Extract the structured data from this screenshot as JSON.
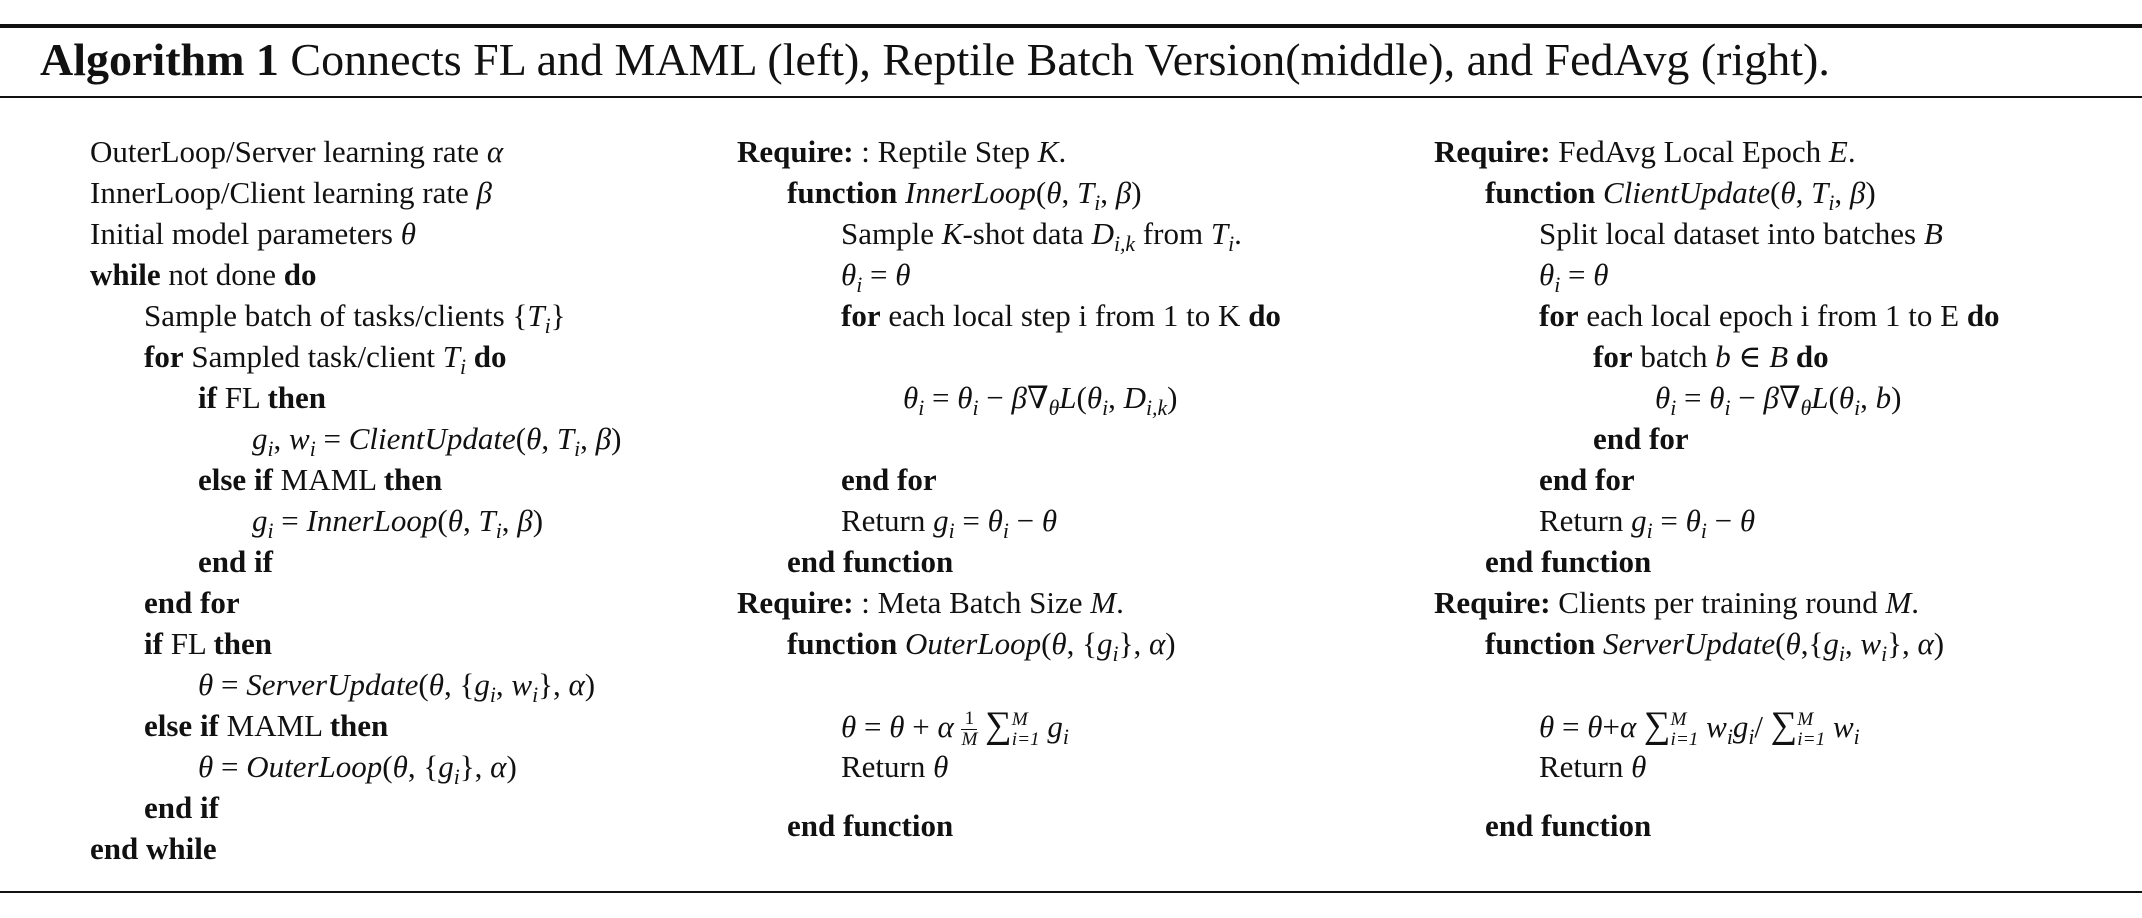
{
  "caption": {
    "label": "Algorithm 1",
    "text": "Connects FL and MAML (left), Reptile Batch Version(middle), and FedAvg (right)."
  },
  "left": {
    "l1": "OuterLoop/Server learning rate",
    "l1_sym": "α",
    "l2": "InnerLoop/Client learning rate",
    "l2_sym": "β",
    "l3": "Initial model parameters",
    "l3_sym": "θ",
    "while_kw": "while",
    "while_cond": "not done",
    "do_kw": "do",
    "sample": "Sample batch of tasks/clients",
    "for_kw": "for",
    "for_text": "Sampled task/client",
    "if_kw": "if",
    "fl": "FL",
    "then_kw": "then",
    "client_update": "ClientUpdate",
    "else_if_kw": "else if",
    "maml": "MAML",
    "inner_loop": "InnerLoop",
    "end_if": "end if",
    "end_for": "end for",
    "server_update": "ServerUpdate",
    "outer_loop": "OuterLoop",
    "end_while": "end while"
  },
  "middle": {
    "require_kw": "Require:",
    "req1": ": Reptile Step",
    "req1_sym": "K",
    "function_kw": "function",
    "inner_loop": "InnerLoop",
    "sample_a": "Sample",
    "sample_b": "-shot data",
    "sample_c": "from",
    "for_kw": "for",
    "for_text": "each local step i from 1 to K",
    "do_kw": "do",
    "end_for": "end for",
    "return_kw": "Return",
    "end_function": "end function",
    "req2": ": Meta Batch Size",
    "req2_sym": "M",
    "outer_loop": "OuterLoop"
  },
  "right": {
    "require_kw": "Require:",
    "req1": "FedAvg Local Epoch",
    "req1_sym": "E",
    "function_kw": "function",
    "client_update": "ClientUpdate",
    "split": "Split local dataset into batches",
    "split_sym": "B",
    "for_kw": "for",
    "for_text": "each local epoch i from 1 to E",
    "do_kw": "do",
    "for_batch": "batch",
    "end_for": "end for",
    "return_kw": "Return",
    "end_function": "end function",
    "req2": "Clients per training round",
    "req2_sym": "M",
    "server_update": "ServerUpdate"
  }
}
